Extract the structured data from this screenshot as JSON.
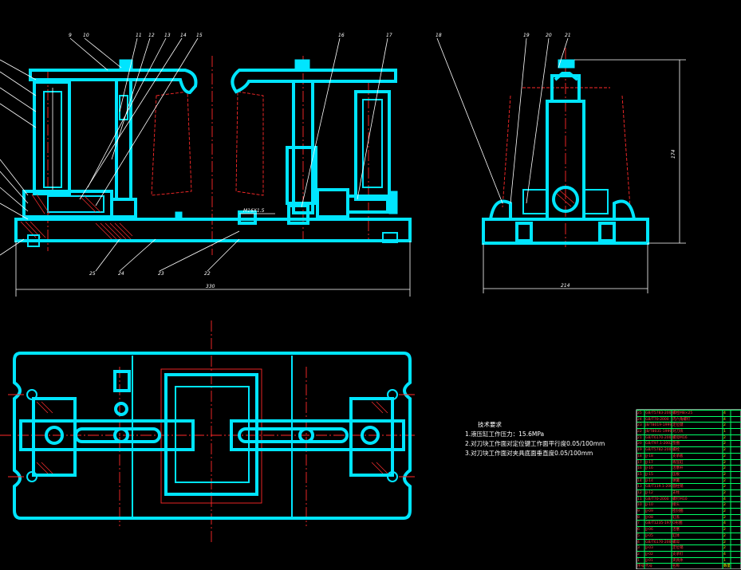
{
  "drawing": {
    "callouts_top": [
      "9",
      "10",
      "11",
      "12",
      "13",
      "14",
      "15",
      "16",
      "17"
    ],
    "callouts_side": [
      "18",
      "19",
      "20",
      "21"
    ],
    "callouts_bottom": [
      "25",
      "24",
      "23",
      "22"
    ],
    "dimensions": {
      "front_width": "330",
      "side_width": "214",
      "side_height": "174"
    },
    "thread_note": "M16X1.5"
  },
  "tech_requirements": {
    "title": "技术要求",
    "items": [
      "1.液压缸工作压力：15.6MPa",
      "2.对刀块工作面对定位键工作面平行度0.05/100mm",
      "3.对刀块工作面对夹具底面垂直度0.05/100mm"
    ]
  },
  "bom": {
    "rows": [
      {
        "no": "25",
        "code": "GB/T5783-2000",
        "name": "螺栓M8×25",
        "qty": "4"
      },
      {
        "no": "24",
        "code": "GB/T70-2000",
        "name": "内六角螺钉",
        "qty": "4"
      },
      {
        "no": "23",
        "code": "JB/T8019-1999",
        "name": "定位键",
        "qty": "2"
      },
      {
        "no": "22",
        "code": "JB/T8031-1999",
        "name": "对刀块",
        "qty": "1"
      },
      {
        "no": "21",
        "code": "GB/T6170-2000",
        "name": "螺母M16",
        "qty": "2"
      },
      {
        "no": "20",
        "code": "GB/T97.1-2002",
        "name": "垫圈",
        "qty": "2"
      },
      {
        "no": "19",
        "code": "GB/T5782-2000",
        "name": "螺栓",
        "qty": "2"
      },
      {
        "no": "18",
        "code": "JJ-18",
        "name": "支承板",
        "qty": "2"
      },
      {
        "no": "17",
        "code": "JJ-17",
        "name": "液压缸",
        "qty": "2"
      },
      {
        "no": "16",
        "code": "JJ-16",
        "name": "活塞杆",
        "qty": "2"
      },
      {
        "no": "15",
        "code": "JJ-15",
        "name": "压板",
        "qty": "2"
      },
      {
        "no": "14",
        "code": "JJ-14",
        "name": "弹簧",
        "qty": "2"
      },
      {
        "no": "13",
        "code": "GB/T119.1-2000",
        "name": "圆柱销",
        "qty": "2"
      },
      {
        "no": "12",
        "code": "JJ-12",
        "name": "支柱",
        "qty": "2"
      },
      {
        "no": "11",
        "code": "GB/T70-2000",
        "name": "螺钉M10",
        "qty": "4"
      },
      {
        "no": "10",
        "code": "JJ-10",
        "name": "接头",
        "qty": "2"
      },
      {
        "no": "9",
        "code": "JJ-09",
        "name": "密封圈",
        "qty": "2"
      },
      {
        "no": "8",
        "code": "JJ-08",
        "name": "缸盖",
        "qty": "2"
      },
      {
        "no": "7",
        "code": "GB/T1235-1976",
        "name": "O形圈",
        "qty": "4"
      },
      {
        "no": "6",
        "code": "JJ-06",
        "name": "活塞",
        "qty": "2"
      },
      {
        "no": "5",
        "code": "JJ-05",
        "name": "缸体",
        "qty": "2"
      },
      {
        "no": "4",
        "code": "GB/T6170-2000",
        "name": "螺母",
        "qty": "2"
      },
      {
        "no": "3",
        "code": "JJ-03",
        "name": "定位销",
        "qty": "2"
      },
      {
        "no": "2",
        "code": "JJ-02",
        "name": "支承钉",
        "qty": "4"
      },
      {
        "no": "1",
        "code": "JJ-01",
        "name": "夹具体",
        "qty": "1"
      }
    ],
    "header": {
      "no": "序号",
      "code": "代号",
      "name": "名称",
      "qty": "数量"
    }
  }
}
